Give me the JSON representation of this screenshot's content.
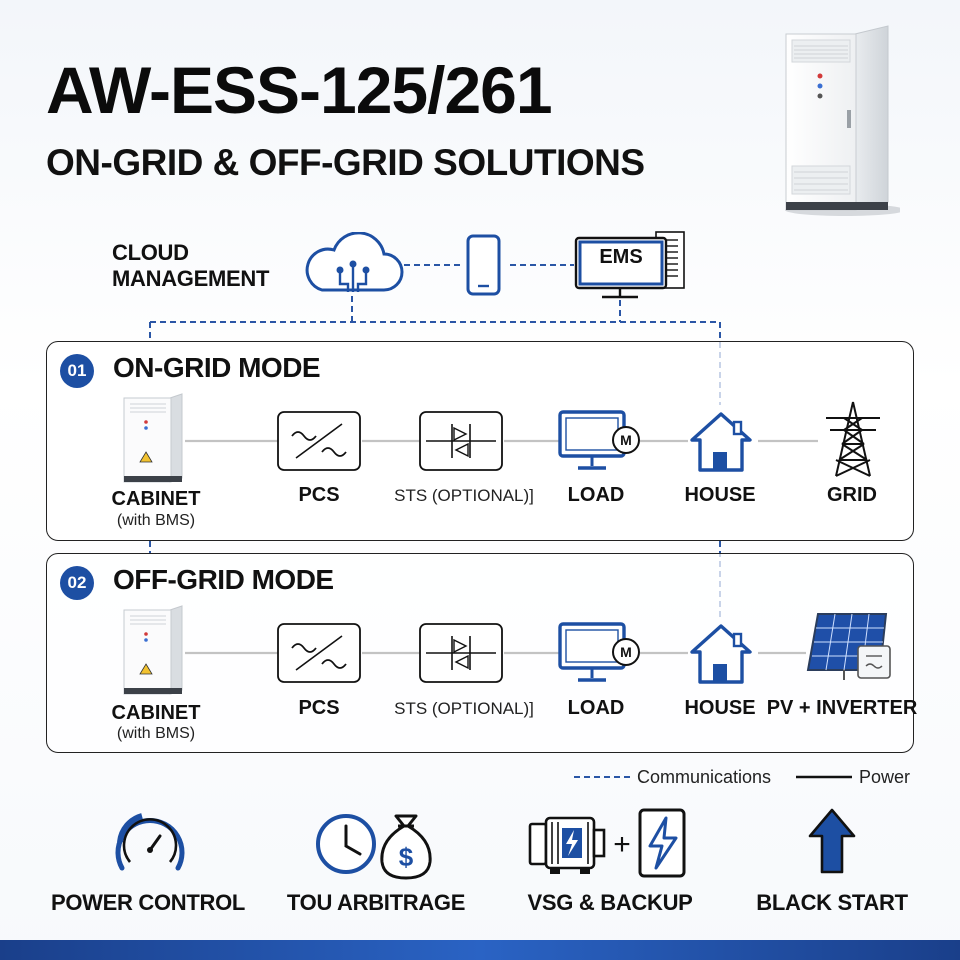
{
  "header": {
    "title": "AW-ESS-125/261",
    "subtitle": "ON-GRID & OFF-GRID SOLUTIONS"
  },
  "cloud": {
    "label_line1": "CLOUD",
    "label_line2": "MANAGEMENT",
    "ems_label": "EMS"
  },
  "modes": [
    {
      "number": "01",
      "title": "ON-GRID MODE",
      "nodes": {
        "cabinet": "CABINET",
        "cabinet_sub": "(with BMS)",
        "pcs": "PCS",
        "sts": "STS (OPTIONAL)]",
        "load": "LOAD",
        "house": "HOUSE",
        "end": "GRID"
      }
    },
    {
      "number": "02",
      "title": "OFF-GRID MODE",
      "nodes": {
        "cabinet": "CABINET",
        "cabinet_sub": "(with BMS)",
        "pcs": "PCS",
        "sts": "STS (OPTIONAL)]",
        "load": "LOAD",
        "house": "HOUSE",
        "end": "PV + INVERTER"
      }
    }
  ],
  "legend": {
    "communications": "Communications",
    "power": "Power"
  },
  "features": [
    {
      "label": "POWER CONTROL",
      "icon": "gauge-icon"
    },
    {
      "label": "TOU ARBITRAGE",
      "icon": "clock-money-icon"
    },
    {
      "label": "VSG & BACKUP",
      "icon": "motor-lightning-icon"
    },
    {
      "label": "BLACK START",
      "icon": "up-arrow-icon"
    }
  ],
  "colors": {
    "accent": "#1d4fa3",
    "dark": "#111111",
    "bottom_bar": "#1d4fa3"
  },
  "icon_glyphs": {
    "motor": "M",
    "dollar": "$",
    "plus": "+"
  }
}
